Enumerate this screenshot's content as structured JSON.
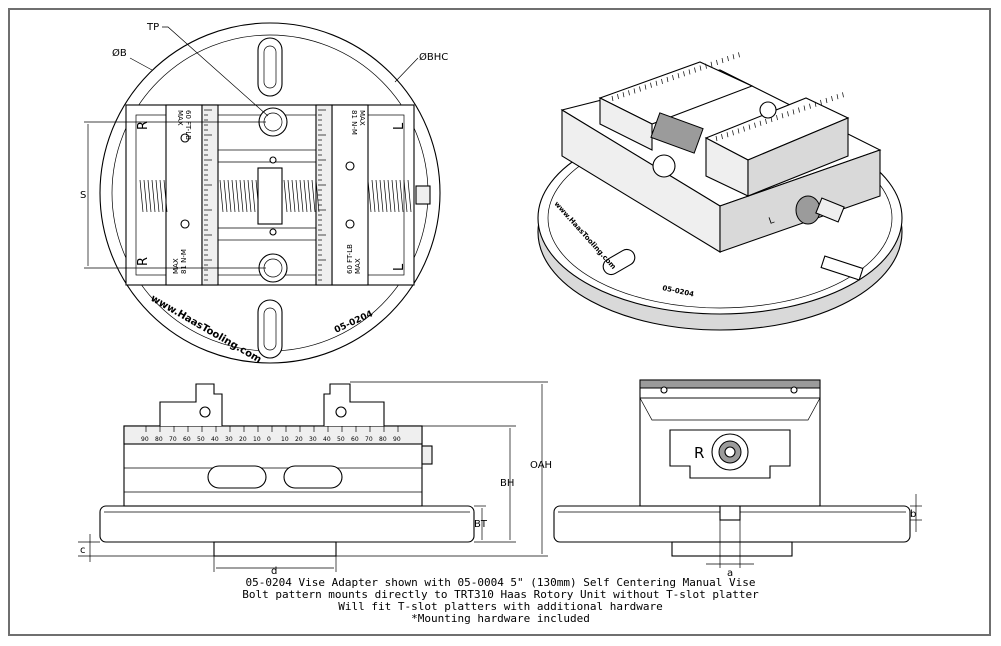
{
  "labels": {
    "tp": "TP",
    "dia_b": "ØB",
    "dia_bhc": "ØBHC",
    "s": "S",
    "oah": "OAH",
    "bh": "BH",
    "bt": "BT",
    "c": "c",
    "d": "d",
    "a": "a",
    "b": "b",
    "r": "R",
    "l": "L"
  },
  "vise_marks": {
    "ft_lb": "60 FT-LB",
    "n_m": "81 N-M",
    "max": "MAX",
    "website": "www.HaasTooling.com",
    "part_no": "05-0204"
  },
  "scale_ticks": [
    "90",
    "80",
    "70",
    "60",
    "50",
    "40",
    "30",
    "20",
    "10",
    "0",
    "10",
    "20",
    "30",
    "40",
    "50",
    "60",
    "70",
    "80",
    "90"
  ],
  "caption": [
    "05-0204 Vise Adapter shown with 05-0004 5\" (130mm) Self Centering Manual Vise",
    "Bolt pattern mounts directly to TRT310 Haas Rotory Unit without T-slot platter",
    "Will fit T-slot platters with additional hardware",
    "*Mounting hardware included"
  ]
}
